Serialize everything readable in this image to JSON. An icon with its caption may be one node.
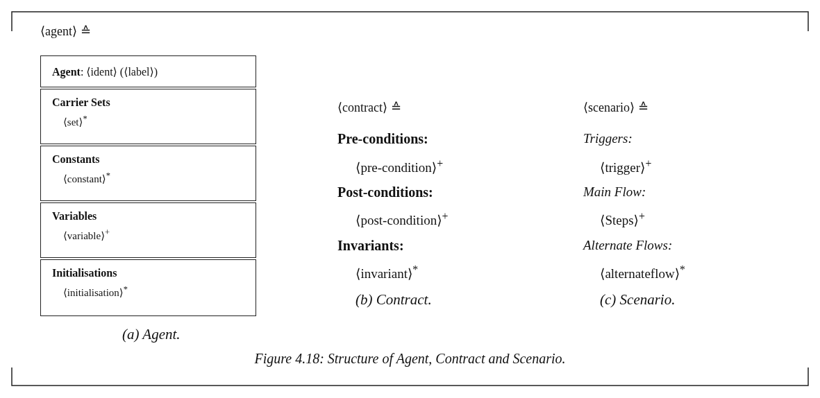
{
  "diagram": {
    "caption": "Figure 4.18: Structure of Agent, Contract and Scenario.",
    "nodes": [
      {
        "text": [
          "**Agent**: ⟨ident⟩ (⟨label⟩)"
        ]
      },
      {
        "text": [
          "Carrier Sets",
          "⟨set⟩$^{*}$"
        ]
      },
      {
        "text": [
          "Constants",
          "⟨constant⟩$^{*}$"
        ]
      },
      {
        "text": [
          "Variables",
          "⟨variable⟩$^{+}$"
        ]
      },
      {
        "text": [
          "Initialisations",
          "⟨initialisation⟩$^{*}$"
        ]
      }
    ],
    "labels": [
      "⟨agent⟩ ≙",
      "(a) Agent.",
      "⟨contract⟩ ≙",
      "Pre-conditions:",
      "⟨pre-condition⟩$^{+}$",
      "Post-conditions:",
      "⟨post-condition⟩$^{+}$",
      "Invariants:",
      "⟨invariant⟩$^{*}$",
      "(b) Contract.",
      "⟨scenario⟩ ≙",
      "Triggers:",
      "⟨trigger⟩$^{+}$",
      "Main Flow:",
      "⟨Steps⟩$^{+}$",
      "Alternate Flows:",
      "⟨alternateflow⟩$^{*}$",
      "(c) Scenario."
    ]
  }
}
